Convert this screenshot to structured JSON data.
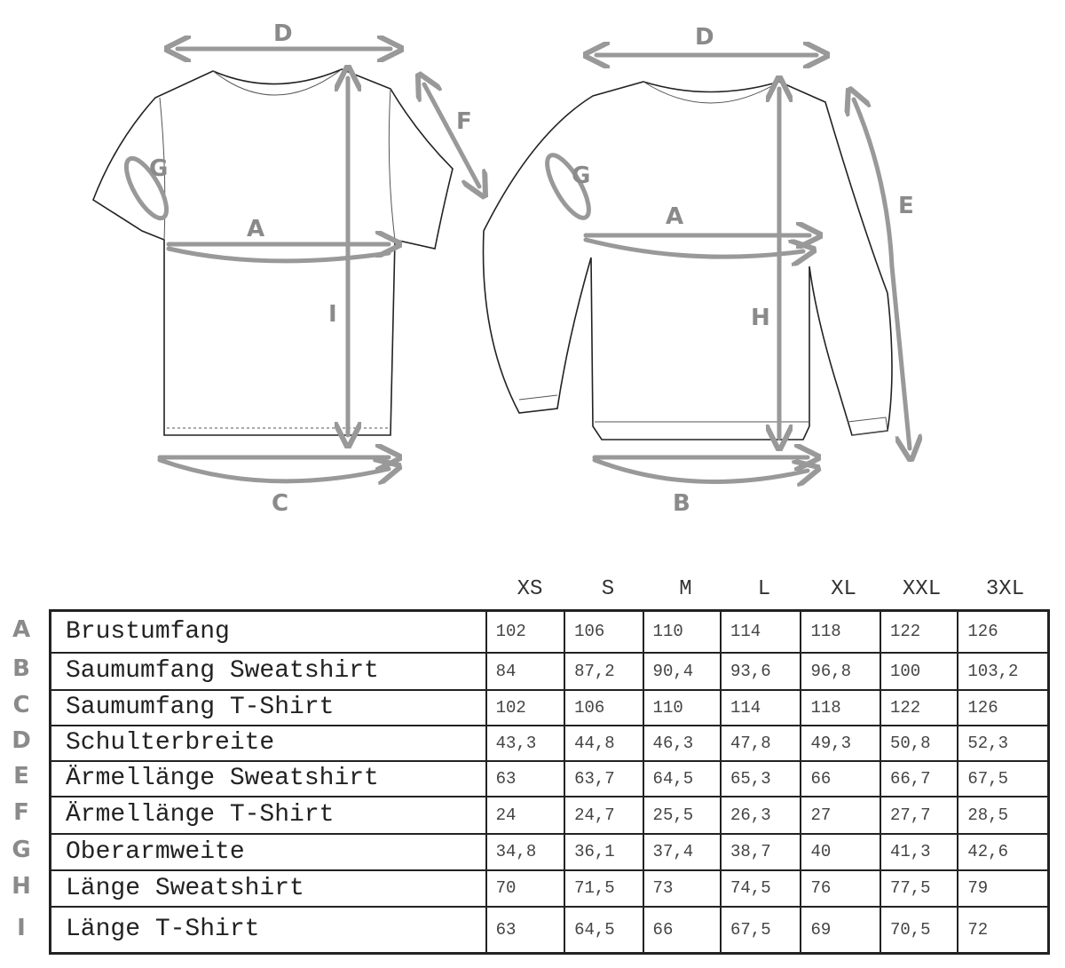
{
  "illustration": {
    "tshirt_labels": {
      "D": "D",
      "F": "F",
      "G": "G",
      "A": "A",
      "I": "I",
      "C": "C"
    },
    "sweatshirt_labels": {
      "D": "D",
      "G": "G",
      "A": "A",
      "E": "E",
      "H": "H",
      "B": "B"
    }
  },
  "table": {
    "sizes": [
      "XS",
      "S",
      "M",
      "L",
      "XL",
      "XXL",
      "3XL"
    ],
    "rows": [
      {
        "letter": "A",
        "name": "Brustumfang",
        "values": [
          "102",
          "106",
          "110",
          "114",
          "118",
          "122",
          "126"
        ]
      },
      {
        "letter": "B",
        "name": "Saumumfang Sweatshirt",
        "values": [
          "84",
          "87,2",
          "90,4",
          "93,6",
          "96,8",
          "100",
          "103,2"
        ]
      },
      {
        "letter": "C",
        "name": "Saumumfang T-Shirt",
        "values": [
          "102",
          "106",
          "110",
          "114",
          "118",
          "122",
          "126"
        ]
      },
      {
        "letter": "D",
        "name": "Schulterbreite",
        "values": [
          "43,3",
          "44,8",
          "46,3",
          "47,8",
          "49,3",
          "50,8",
          "52,3"
        ]
      },
      {
        "letter": "E",
        "name": "Ärmellänge Sweatshirt",
        "values": [
          "63",
          "63,7",
          "64,5",
          "65,3",
          "66",
          "66,7",
          "67,5"
        ]
      },
      {
        "letter": "F",
        "name": "Ärmellänge T-Shirt",
        "values": [
          "24",
          "24,7",
          "25,5",
          "26,3",
          "27",
          "27,7",
          "28,5"
        ]
      },
      {
        "letter": "G",
        "name": "Oberarmweite",
        "values": [
          "34,8",
          "36,1",
          "37,4",
          "38,7",
          "40",
          "41,3",
          "42,6"
        ]
      },
      {
        "letter": "H",
        "name": "Länge Sweatshirt",
        "values": [
          "70",
          "71,5",
          "73",
          "74,5",
          "76",
          "77,5",
          "79"
        ]
      },
      {
        "letter": "I",
        "name": "Länge T-Shirt",
        "values": [
          "63",
          "64,5",
          "66",
          "67,5",
          "69",
          "70,5",
          "72"
        ]
      }
    ]
  }
}
